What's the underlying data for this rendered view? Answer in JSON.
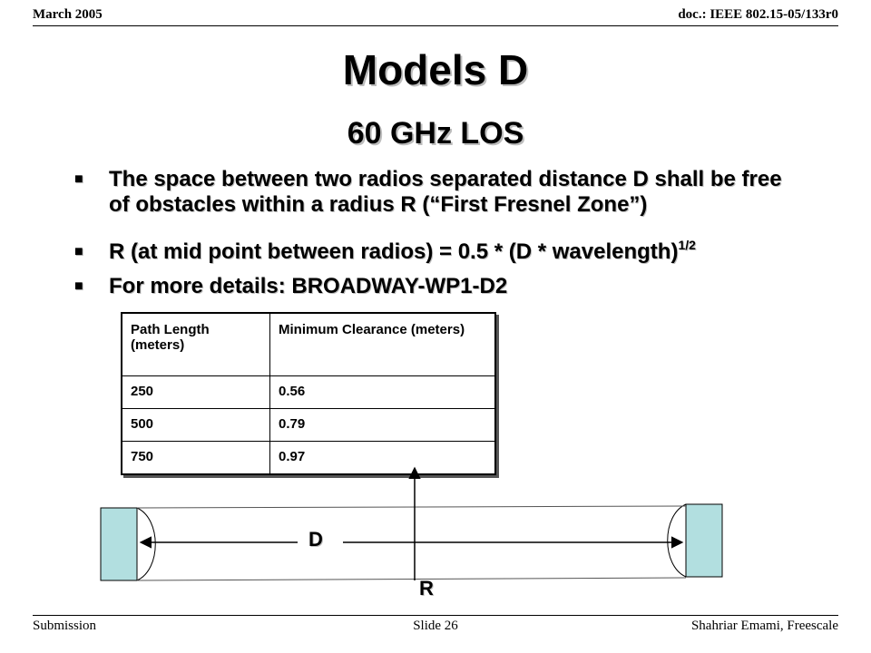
{
  "header": {
    "date": "March 2005",
    "doc_id": "doc.: IEEE 802.15-05/133r0"
  },
  "title": "Models D",
  "subtitle": "60 GHz LOS",
  "bullets": {
    "b1": "The space  between two radios separated distance D shall  be free of obstacles within a radius R (“First Fresnel Zone”)",
    "b2_main": "R (at mid point between radios)  = 0.5 * (D * wavelength)",
    "b2_sup": "1/2",
    "b3": "For more details: BROADWAY-WP1-D2",
    "marker": "■"
  },
  "table": {
    "headers": [
      "Path Length (meters)",
      "Minimum Clearance (meters)"
    ],
    "rows": [
      [
        "250",
        "0.56"
      ],
      [
        "500",
        "0.79"
      ],
      [
        "750",
        "0.97"
      ]
    ]
  },
  "diagram": {
    "distance_label": "D",
    "radius_label": "R",
    "radio_color": "#b2dfe0"
  },
  "footer": {
    "left": "Submission",
    "center": "Slide 26",
    "right": "Shahriar Emami, Freescale"
  }
}
